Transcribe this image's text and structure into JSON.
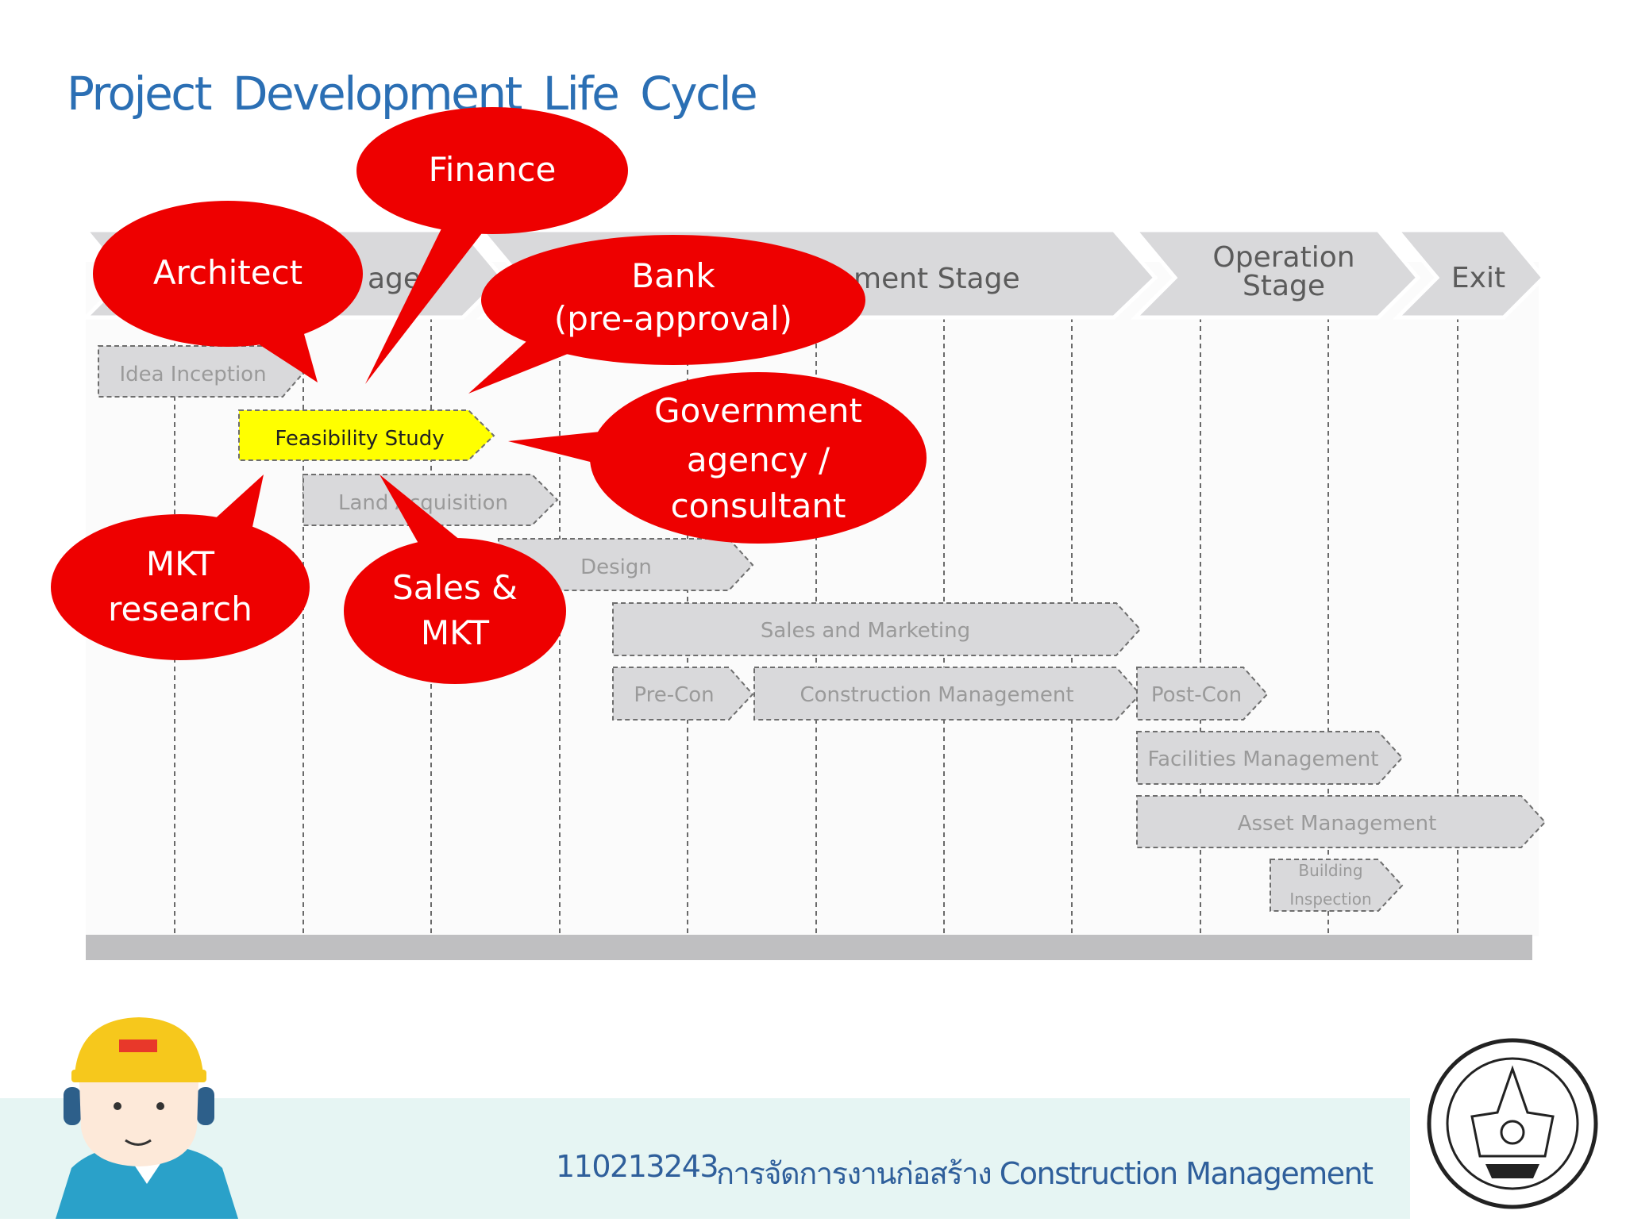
{
  "title": "Project Development Life Cycle",
  "stages": [
    {
      "id": "planning",
      "label": ""
    },
    {
      "id": "development",
      "label": "ment Stage"
    },
    {
      "id": "operation",
      "label": "Operation Stage",
      "lines": [
        "Operation",
        "Stage"
      ]
    },
    {
      "id": "exit",
      "label": "Exit"
    }
  ],
  "planning_stage_fragment": "age",
  "tasks": [
    {
      "id": "idea-inception",
      "label": "Idea Inception"
    },
    {
      "id": "feasibility-study",
      "label": "Feasibility Study",
      "highlighted": true
    },
    {
      "id": "land-acquisition",
      "label": "Land Acquisition"
    },
    {
      "id": "design",
      "label": "Design"
    },
    {
      "id": "sales-marketing",
      "label": "Sales and Marketing"
    },
    {
      "id": "pre-con",
      "label": "Pre-Con"
    },
    {
      "id": "construction-management",
      "label": "Construction Management"
    },
    {
      "id": "post-con",
      "label": "Post-Con"
    },
    {
      "id": "facilities-management",
      "label": "Facilities Management"
    },
    {
      "id": "asset-management",
      "label": "Asset Management"
    },
    {
      "id": "building-inspection",
      "label": "Building Inspection",
      "lines": [
        "Building",
        "Inspection"
      ]
    }
  ],
  "callouts": [
    {
      "id": "finance",
      "lines": [
        "Finance"
      ]
    },
    {
      "id": "architect",
      "lines": [
        "Architect"
      ]
    },
    {
      "id": "bank",
      "lines": [
        "Bank",
        "(pre-approval)"
      ]
    },
    {
      "id": "government",
      "lines": [
        "Government",
        "agency /",
        "consultant"
      ]
    },
    {
      "id": "mkt-research",
      "lines": [
        "MKT",
        "research"
      ]
    },
    {
      "id": "sales-mkt",
      "lines": [
        "Sales &",
        "MKT"
      ]
    }
  ],
  "footer": {
    "course_code": "110213243",
    "course_name": "การจัดการงานก่อสร้าง Construction Management"
  },
  "colors": {
    "title": "#2b6fb4",
    "callout": "#ee0000",
    "highlight": "#ffff00",
    "stage_fill": "#d9d9db",
    "task_fill": "#d9d9db",
    "footer_band": "#e6f5f3",
    "footer_text": "#2f5f9b"
  }
}
